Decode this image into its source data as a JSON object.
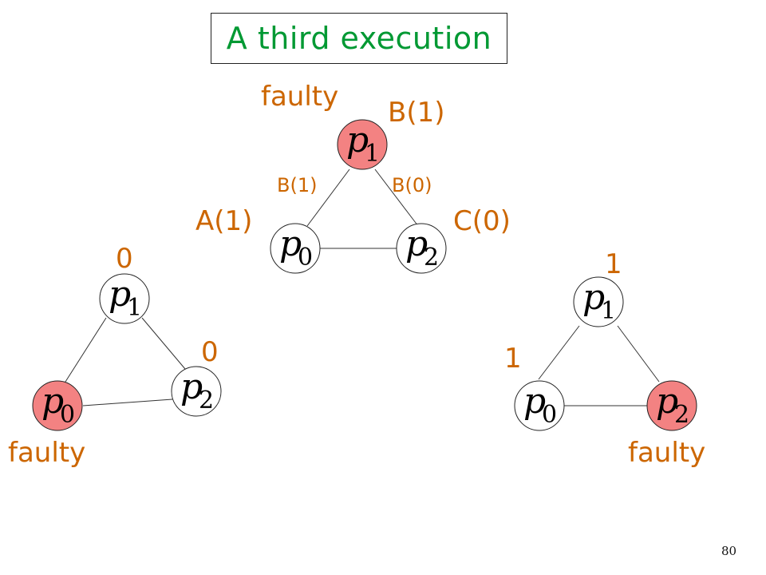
{
  "title": "A third execution",
  "page_number": "80",
  "colors": {
    "title": "#009933",
    "label": "#cc6600",
    "faulty_fill": "#f38282",
    "normal_fill": "#ffffff"
  },
  "top_triangle": {
    "faulty_label": "faulty",
    "p1_value": "B(1)",
    "p0_value": "A(1)",
    "p2_value": "C(0)",
    "edge_p1_p0": "B(1)",
    "edge_p1_p2": "B(0)",
    "nodes": [
      {
        "name": "p",
        "sub": "1",
        "faulty": true
      },
      {
        "name": "p",
        "sub": "0",
        "faulty": false
      },
      {
        "name": "p",
        "sub": "2",
        "faulty": false
      }
    ]
  },
  "left_triangle": {
    "p1_value": "0",
    "p2_value": "0",
    "faulty_label": "faulty",
    "nodes": [
      {
        "name": "p",
        "sub": "1",
        "faulty": false
      },
      {
        "name": "p",
        "sub": "0",
        "faulty": true
      },
      {
        "name": "p",
        "sub": "2",
        "faulty": false
      }
    ]
  },
  "right_triangle": {
    "p1_value": "1",
    "p0_value": "1",
    "faulty_label": "faulty",
    "nodes": [
      {
        "name": "p",
        "sub": "1",
        "faulty": false
      },
      {
        "name": "p",
        "sub": "0",
        "faulty": false
      },
      {
        "name": "p",
        "sub": "2",
        "faulty": true
      }
    ]
  }
}
